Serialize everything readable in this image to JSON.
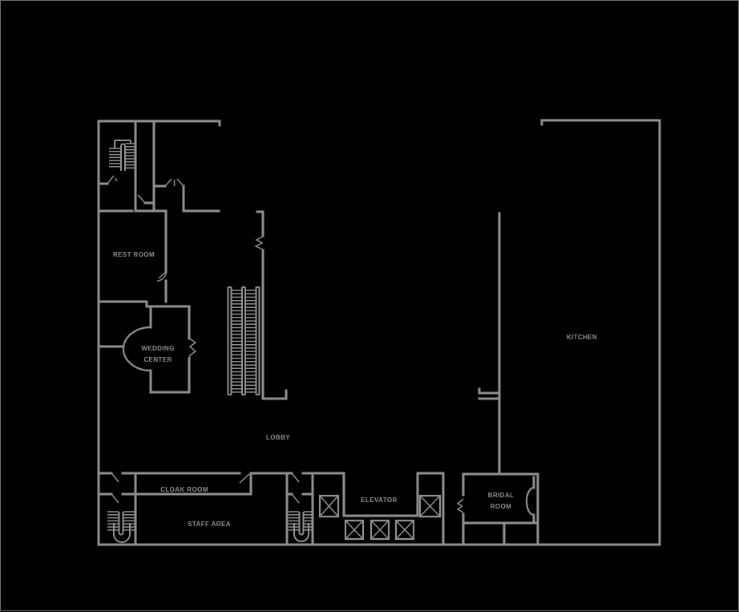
{
  "floor_plan": {
    "background_color": "#000000",
    "wall_color": "#8f8f8f",
    "labels": {
      "rest_room": "REST ROOM",
      "wedding_center_line1": "WEDDING",
      "wedding_center_line2": "CENTER",
      "lobby": "LOBBY",
      "kitchen": "KITCHEN",
      "cloak_room": "CLOAK ROOM",
      "staff_area": "STAFF AREA",
      "elevator": "ELEVATOR",
      "bridal_room_line1": "BRIDAL",
      "bridal_room_line2": "ROOM"
    }
  }
}
